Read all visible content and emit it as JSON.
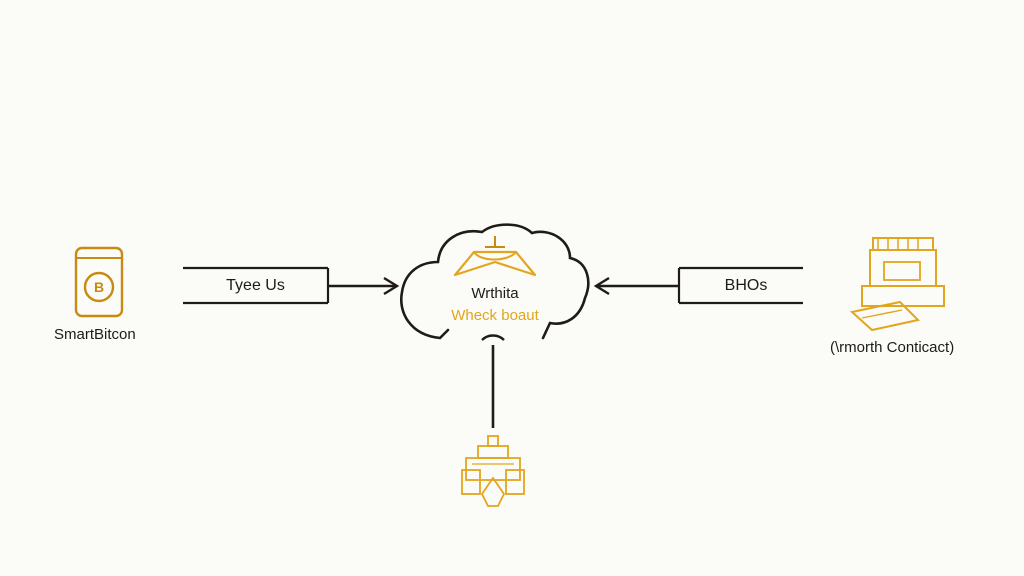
{
  "nodes": {
    "left": {
      "label": "SmartBitcon",
      "icon": "bitcoin-wallet-icon"
    },
    "right": {
      "label": "(\\rmorth Conticact)",
      "icon": "building-contract-icon"
    },
    "bottom": {
      "icon": "buildings-icon"
    },
    "center": {
      "line1": "Wrthita",
      "line2": "Wheck boaut",
      "icon": "cloud-icon"
    }
  },
  "edges": {
    "left": {
      "label": "Tyee Us"
    },
    "right": {
      "label": "BHOs"
    }
  },
  "colors": {
    "ink": "#1f1b16",
    "accent": "#e3a51d",
    "accent_dark": "#c98a12",
    "background": "#fbfbf8"
  }
}
